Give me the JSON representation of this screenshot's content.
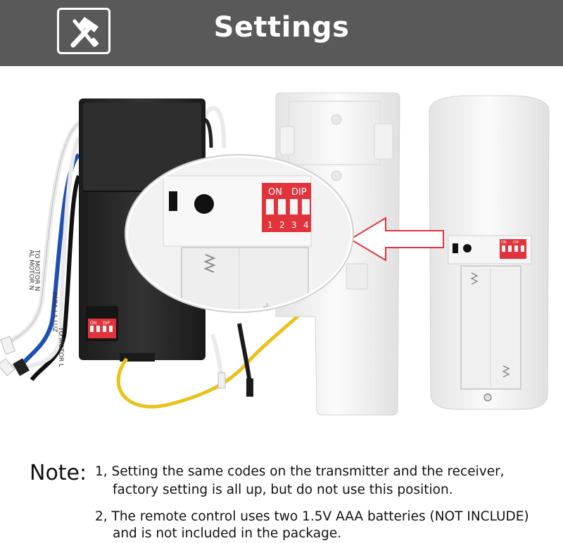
{
  "header": {
    "title": "Settings",
    "icon": "tools-icon",
    "background": "#595959"
  },
  "illustration": {
    "dip_label_on": "ON",
    "dip_label_dip": "DIP",
    "dip_numbers": [
      "1",
      "2",
      "3",
      "4"
    ],
    "wire_text_1": "TO MOTOR L",
    "wire_text_2": "PARA LA LUZ",
    "wire_text_3": "TO MOTOR N",
    "wire_text_4": "AL MOTOR N",
    "accent_red": "#e0333b",
    "arrow_icon": "left-arrow-icon"
  },
  "note": {
    "label": "Note:",
    "item1_line1": "1,  Setting the same codes on the transmitter and the receiver,",
    "item1_line2": "factory setting is all up, but do not use this position.",
    "item2_line1": "2, The remote control uses two 1.5V AAA batteries (NOT INCLUDE)",
    "item2_line2": "and is not included in the package."
  }
}
